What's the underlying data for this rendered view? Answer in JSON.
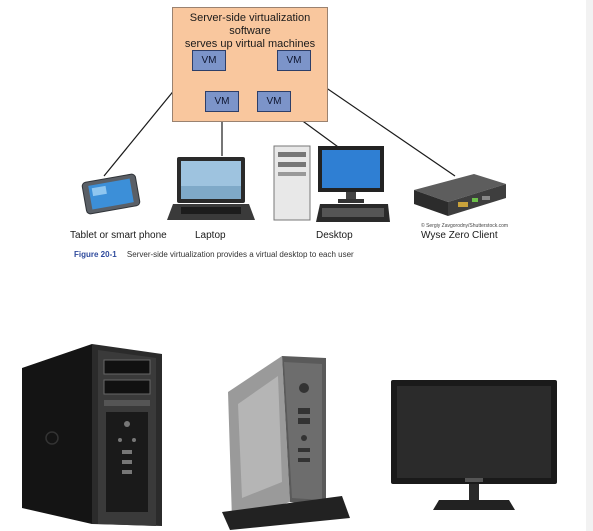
{
  "diagram": {
    "server": {
      "title_lines": [
        "Server-side virtualization software",
        "serves up virtual machines"
      ],
      "vm_label": "VM"
    },
    "devices": {
      "tablet_label": "Tablet or smart phone",
      "laptop_label": "Laptop",
      "desktop_label": "Desktop",
      "zero_client_label": "Wyse Zero Client"
    },
    "credit": "© Sergiy Zavgorodny/Shutterstock.com"
  },
  "caption": {
    "number": "Figure 20-1",
    "text": "Server-side virtualization provides a virtual desktop to each user"
  },
  "colors": {
    "server_fill": "#f9c79e",
    "vm_fill": "#7c94c9",
    "caption_number": "#2e4a9c"
  }
}
